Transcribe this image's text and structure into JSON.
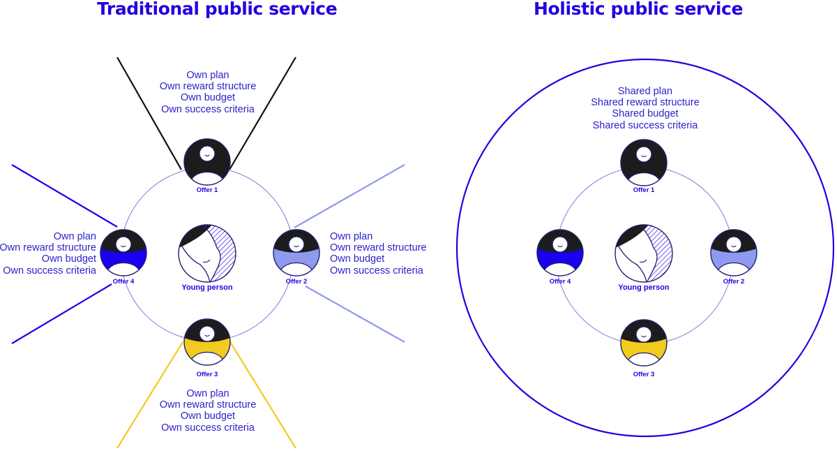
{
  "left_panel": {
    "title": "Traditional public service",
    "offer_1": {
      "label": "Offer 1",
      "lines": [
        "Own plan",
        "Own reward structure",
        "Own budget",
        "Own success criteria"
      ]
    },
    "offer_2": {
      "label": "Offer 2",
      "lines": [
        "Own plan",
        "Own reward structure",
        "Own budget",
        "Own success criteria"
      ]
    },
    "offer_3": {
      "label": "Offer 3",
      "lines": [
        "Own plan",
        "Own reward structure",
        "Own budget",
        "Own success criteria"
      ]
    },
    "offer_4": {
      "label": "Offer 4",
      "lines": [
        "Own plan",
        "Own reward structure",
        "Own budget",
        "Own success criteria"
      ]
    },
    "center": {
      "label": "Young person"
    }
  },
  "right_panel": {
    "title": "Holistic public service",
    "shared_lines": [
      "Shared plan",
      "Shared reward structure",
      "Shared budget",
      "Shared success criteria"
    ],
    "offer_1": {
      "label": "Offer 1"
    },
    "offer_2": {
      "label": "Offer 2"
    },
    "offer_3": {
      "label": "Offer 3"
    },
    "offer_4": {
      "label": "Offer 4"
    },
    "center": {
      "label": "Young person"
    }
  },
  "colors": {
    "title": "#2200e0",
    "text": "#2a1fc8",
    "offer_1": "#1c1c1c",
    "offer_2": "#8f9aef",
    "offer_3": "#f2cb1f",
    "offer_4": "#1a00ef",
    "ring": "#7b78d6",
    "outline": "#1f1f6e"
  },
  "icons": [
    "person-avatar-icon",
    "young-person-face-icon"
  ]
}
